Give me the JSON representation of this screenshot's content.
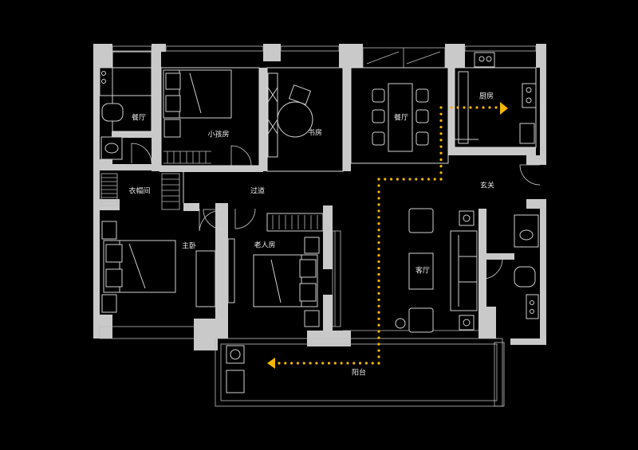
{
  "rooms": {
    "dining_small": "餐厅",
    "kids_room": "小孩房",
    "study": "书房",
    "dining": "餐厅",
    "kitchen": "厨房",
    "cloakroom": "衣帽间",
    "corridor": "过道",
    "entrance": "玄关",
    "master_bedroom": "主卧",
    "elder_room": "老人房",
    "living_room": "客厅",
    "balcony": "阳台"
  },
  "colors": {
    "background": "#000000",
    "walls": "#c9c9c9",
    "lines": "#d9d9d9",
    "circulation_path": "#f5b800"
  }
}
